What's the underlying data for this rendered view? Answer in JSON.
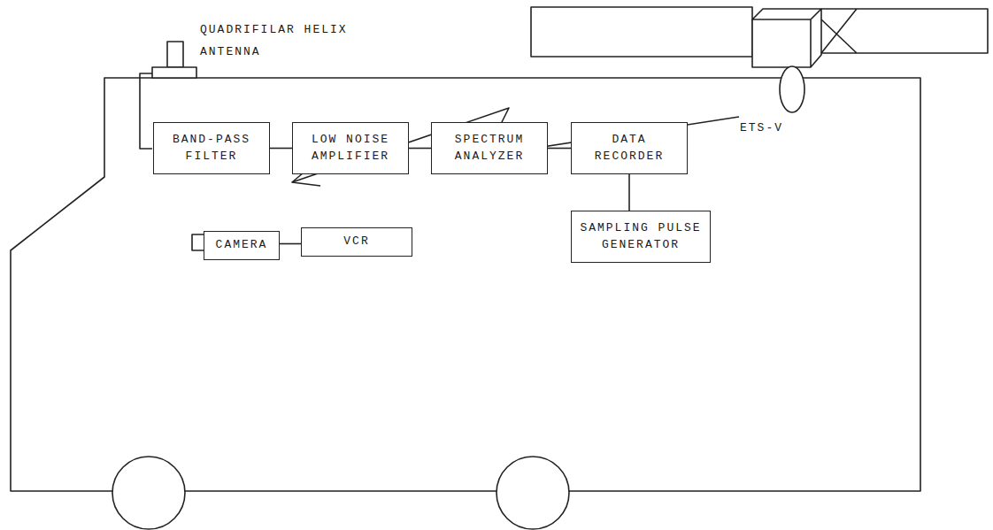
{
  "diagram": {
    "nodes": [
      {
        "text": [
          "BAND-PASS FILTER"
        ]
      },
      {
        "text": [
          "LOW NOISE AMPLIFIER"
        ]
      },
      {
        "text": [
          "SPECTRUM ANALYZER"
        ]
      },
      {
        "text": [
          "DATA RECORDER"
        ]
      },
      {
        "text": [
          "SAMPLING PULSE GENERATOR"
        ]
      },
      {
        "text": [
          "CAMERA"
        ]
      },
      {
        "text": [
          "VCR"
        ]
      }
    ],
    "edges": [
      {
        "from": 0,
        "to": 1,
        "arrow": "none"
      },
      {
        "from": 1,
        "to": 2,
        "arrow": "none"
      },
      {
        "from": 2,
        "to": 3,
        "arrow": "none"
      },
      {
        "from": 3,
        "to": 4,
        "arrow": "none"
      },
      {
        "from": 5,
        "to": 6,
        "arrow": "none"
      }
    ],
    "labels": [
      "QUADRIFILAR HELIX ANTENNA",
      "ETS-V"
    ]
  }
}
